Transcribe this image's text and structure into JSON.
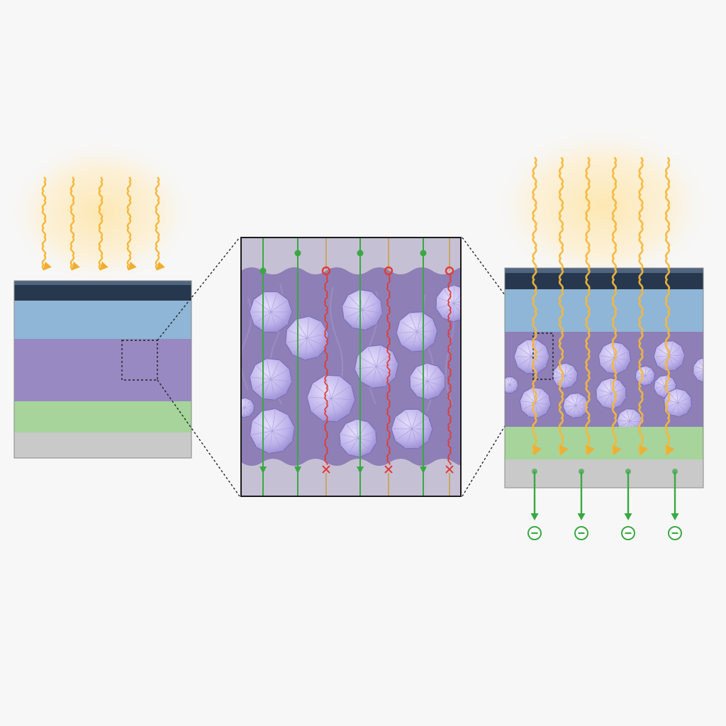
{
  "colors": {
    "background": "#f7f7f7",
    "light": "#f5b83c",
    "glow": "#fce6ad",
    "layer_top_cap": "#27384e",
    "layer_blue": "#8fb6d6",
    "layer_purple": "#9889c2",
    "layer_green": "#a6d49a",
    "layer_gray": "#c9c9c9",
    "crystal": "#c3b9ee",
    "matrix": "#8e7fb6",
    "interface": "#c3bdd1",
    "collected_path": "#3aa843",
    "recombined_path": "#e03c37",
    "electron": "#3aa843"
  },
  "icons": {
    "light_ray": "wavy-arrow-icon",
    "recombination": "cross-icon",
    "electron": "minus-circle-icon"
  },
  "diagram": {
    "left_device": {
      "incoming_rays": 5
    },
    "zoom_inset": {
      "carrier_paths": [
        "collected",
        "collected",
        "recombined",
        "collected",
        "recombined",
        "collected",
        "recombined"
      ]
    },
    "right_device": {
      "incoming_rays": 6,
      "electrons_out": 4
    }
  }
}
